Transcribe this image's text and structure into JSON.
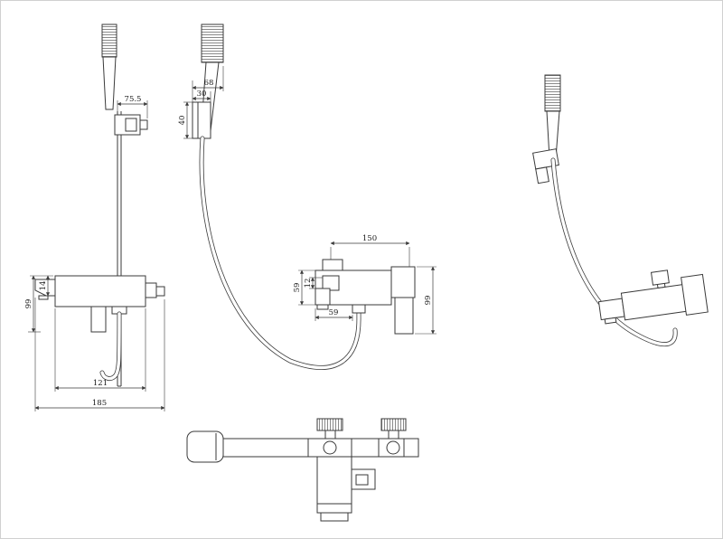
{
  "colors": {
    "background": "#ffffff",
    "line": "#3a3a3a"
  },
  "dims": {
    "front": {
      "slider_width": "75.5",
      "spout_height": "14",
      "body_height": "99",
      "inner_width": "121",
      "overall_width": "185"
    },
    "side": {
      "head_width": "68",
      "head_offset": "30",
      "bracket_height": "40",
      "center_distance": "150",
      "body_side_height": "59",
      "spout_drop": "12",
      "spout_length": "59",
      "body_height": "99"
    }
  }
}
